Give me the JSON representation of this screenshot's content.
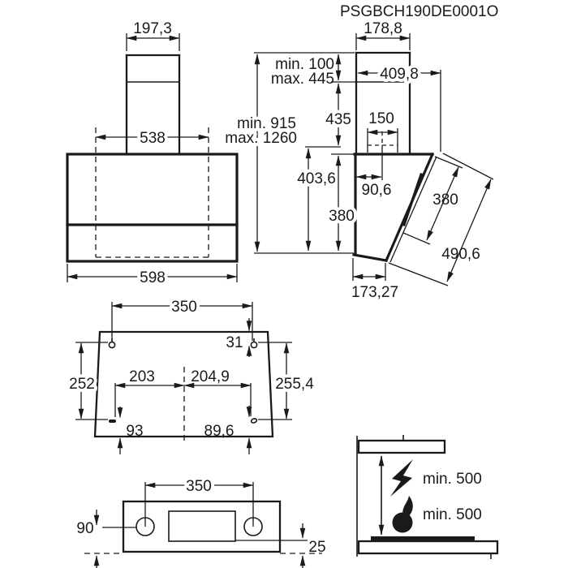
{
  "title": "PSGBCH190DE0001O",
  "front_view": {
    "chimney_width": "197,3",
    "bracket_width": "538",
    "body_width": "598"
  },
  "side_view": {
    "chimney_depth": "178,8",
    "chimney_min": "min. 100",
    "chimney_max": "max. 445",
    "total_depth": "409,8",
    "lower_chimney_height": "435",
    "total_min": "min. 915",
    "total_max": "max. 1260",
    "duct_width": "150",
    "duct_offset": "90,6",
    "height_to_duct": "403,6",
    "body_height": "380",
    "glass_inner_length": "380",
    "glass_length": "490,6",
    "bottom_depth": "173,27"
  },
  "mounting_view": {
    "top_hole_span": "350",
    "hole_edge_offset": "31",
    "left_hole_spacing": "252",
    "right_hole_spacing": "255,4",
    "left_hole_center": "203",
    "right_hole_center": "204,9",
    "left_bottom_offset": "93",
    "right_bottom_offset": "89,6"
  },
  "bottom_view": {
    "hole_span": "350",
    "left_offset": "90",
    "right_offset": "25"
  },
  "clearance_view": {
    "electric_hob": "min. 500",
    "gas_hob": "min. 500"
  }
}
